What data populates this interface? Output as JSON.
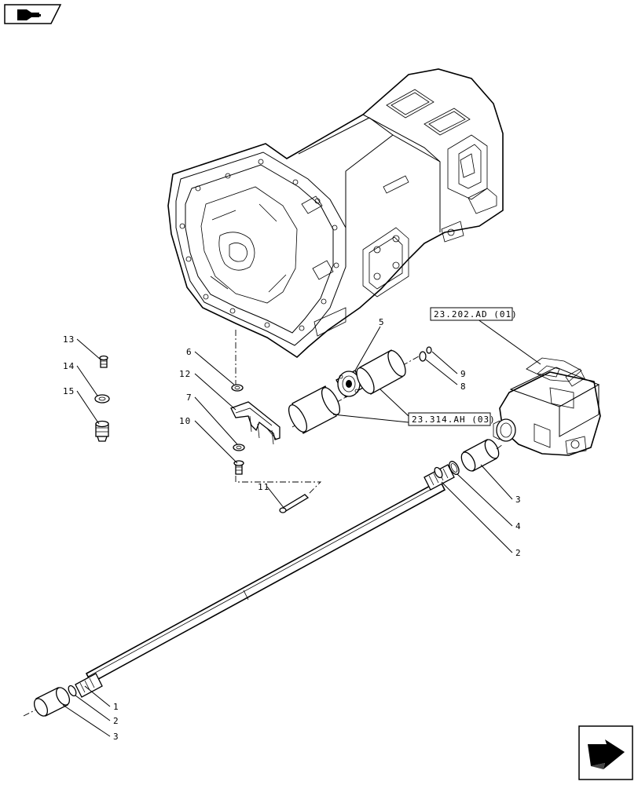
{
  "nav": {
    "back_icon": "hand-pointer-back-icon",
    "forward_icon": "arrow-forward-icon"
  },
  "callouts": {
    "c1": "1",
    "c2a": "2",
    "c2b": "2",
    "c3a": "3",
    "c3b": "3",
    "c4": "4",
    "c5": "5",
    "c6": "6",
    "c7": "7",
    "c8": "8",
    "c9": "9",
    "c10": "10",
    "c11": "11",
    "c12": "12",
    "c13": "13",
    "c14": "14",
    "c15": "15"
  },
  "references": {
    "ref_pump": "23.202.AD (01)",
    "ref_sleeve": "23.314.AH (03)"
  }
}
